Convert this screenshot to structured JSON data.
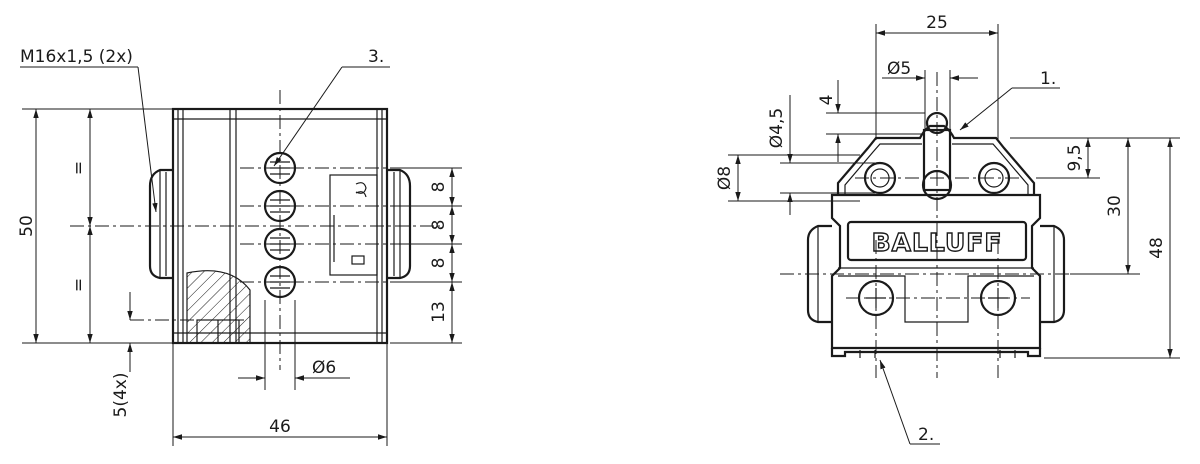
{
  "left_view": {
    "thread_label": "M16x1,5 (2x)",
    "item_3": "3.",
    "dim_height": "50",
    "equal_top": "=",
    "equal_bottom": "=",
    "dim_width": "46",
    "dim_pitch_1": "8",
    "dim_pitch_2": "8",
    "dim_pitch_3": "8",
    "dim_bottom": "13",
    "dim_diameter_led": "Ø6",
    "dim_mount_holes": "5(4x)"
  },
  "right_view": {
    "item_1": "1.",
    "item_2": "2.",
    "dim_width_top": "25",
    "dim_diameter_5": "Ø5",
    "dim_4": "4",
    "dim_diameter_4_5": "Ø4,5",
    "dim_diameter_8": "Ø8",
    "dim_9_5": "9,5",
    "dim_30": "30",
    "dim_48": "48",
    "brand": "BALLUFF"
  },
  "colors": {
    "line": "#1a1a1a",
    "background": "#ffffff"
  }
}
